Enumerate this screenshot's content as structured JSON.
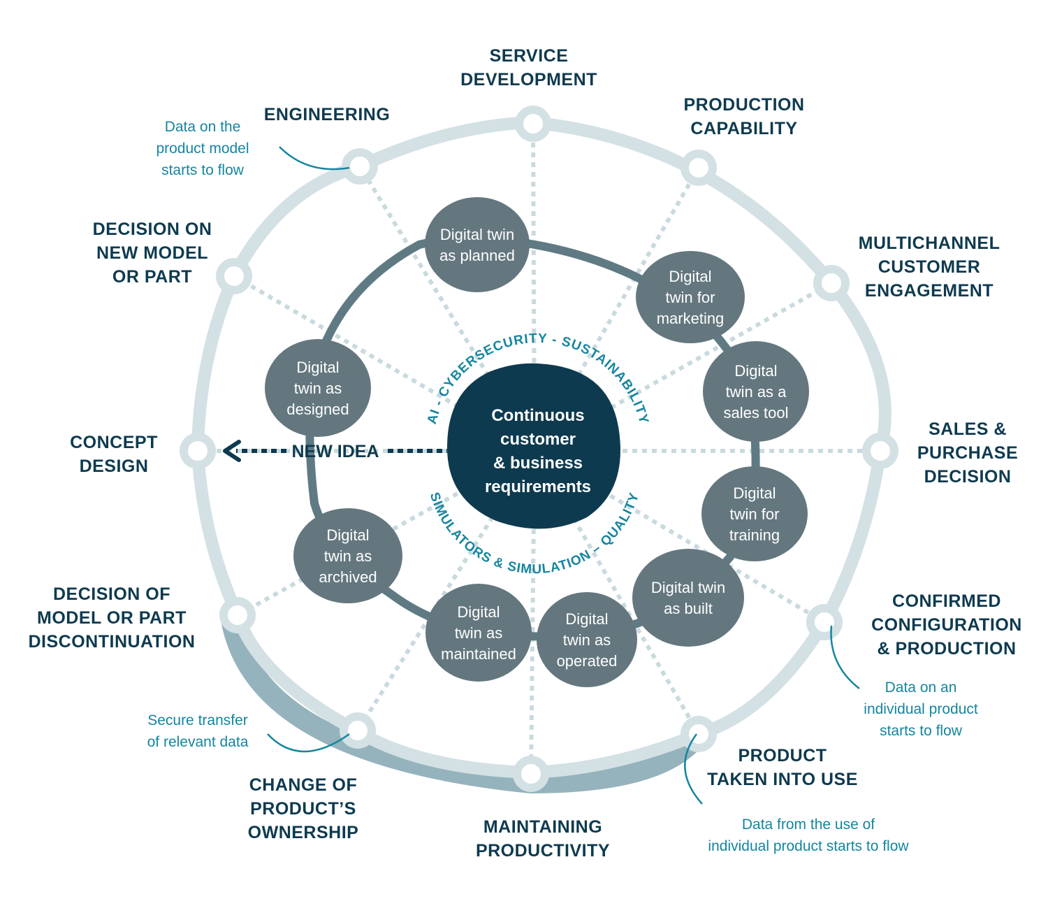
{
  "colors": {
    "outer_ring": "#d3e1e4",
    "outer_ring_dark": "#95b3bc",
    "spoke": "#c9dade",
    "inner_ring": "#5f7a83",
    "twin_fill": "#64777f",
    "core_fill": "#0e3a4f",
    "stage_text": "#0e3a4f",
    "note_text": "#1585a0"
  },
  "center": {
    "lines": [
      "Continuous",
      "customer",
      "& business",
      "requirements"
    ],
    "arc_top": "AI - CYBERSECURITY - SUSTAINABILITY",
    "arc_bottom": "SIMULATORS & SIMULATION – QUALITY"
  },
  "new_idea": {
    "label": "NEW IDEA",
    "icon": "arrow-left-icon"
  },
  "stages": [
    {
      "id": "service-development",
      "lines": [
        "SERVICE",
        "DEVELOPMENT"
      ]
    },
    {
      "id": "production-capability",
      "lines": [
        "PRODUCTION",
        "CAPABILITY"
      ]
    },
    {
      "id": "multichannel-customer-engagement",
      "lines": [
        "MULTICHANNEL",
        "CUSTOMER",
        "ENGAGEMENT"
      ]
    },
    {
      "id": "sales-purchase-decision",
      "lines": [
        "SALES &",
        "PURCHASE",
        "DECISION"
      ]
    },
    {
      "id": "confirmed-configuration-production",
      "lines": [
        "CONFIRMED",
        "CONFIGURATION",
        "& PRODUCTION"
      ]
    },
    {
      "id": "product-taken-into-use",
      "lines": [
        "PRODUCT",
        "TAKEN INTO USE"
      ]
    },
    {
      "id": "maintaining-productivity",
      "lines": [
        "MAINTAINING",
        "PRODUCTIVITY"
      ]
    },
    {
      "id": "change-of-ownership",
      "lines": [
        "CHANGE OF",
        "PRODUCT’S",
        "OWNERSHIP"
      ]
    },
    {
      "id": "decision-discontinuation",
      "lines": [
        "DECISION OF",
        "MODEL OR PART",
        "DISCONTINUATION"
      ]
    },
    {
      "id": "concept-design",
      "lines": [
        "CONCEPT",
        "DESIGN"
      ]
    },
    {
      "id": "decision-new-model",
      "lines": [
        "DECISION ON",
        "NEW MODEL",
        "OR PART"
      ]
    },
    {
      "id": "engineering",
      "lines": [
        "ENGINEERING"
      ]
    }
  ],
  "notes": [
    {
      "id": "engineering-note",
      "lines": [
        "Data on the",
        "product model",
        "starts to flow"
      ]
    },
    {
      "id": "configuration-note",
      "lines": [
        "Data on an",
        "individual product",
        "starts to flow"
      ]
    },
    {
      "id": "use-note",
      "lines": [
        "Data from the use of",
        "individual product starts to flow"
      ]
    },
    {
      "id": "ownership-note",
      "lines": [
        "Secure transfer",
        "of relevant data"
      ]
    }
  ],
  "twins": [
    {
      "id": "planned",
      "lines": [
        "Digital twin",
        "as planned"
      ]
    },
    {
      "id": "marketing",
      "lines": [
        "Digital",
        "twin for",
        "marketing"
      ]
    },
    {
      "id": "sales-tool",
      "lines": [
        "Digital",
        "twin as a",
        "sales tool"
      ]
    },
    {
      "id": "training",
      "lines": [
        "Digital",
        "twin for",
        "training"
      ]
    },
    {
      "id": "built",
      "lines": [
        "Digital twin",
        "as built"
      ]
    },
    {
      "id": "operated",
      "lines": [
        "Digital",
        "twin as",
        "operated"
      ]
    },
    {
      "id": "maintained",
      "lines": [
        "Digital",
        "twin as",
        "maintained"
      ]
    },
    {
      "id": "archived",
      "lines": [
        "Digital",
        "twin as",
        "archived"
      ]
    },
    {
      "id": "designed",
      "lines": [
        "Digital",
        "twin as",
        "designed"
      ]
    }
  ]
}
